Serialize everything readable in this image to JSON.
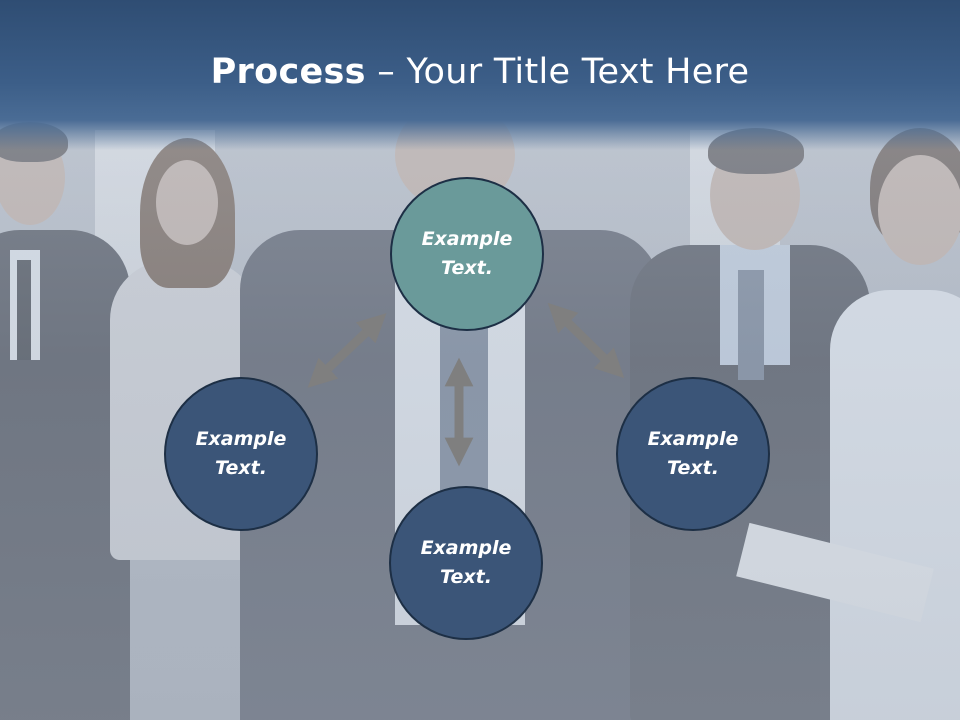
{
  "slide": {
    "title_bold": "Process",
    "title_rest": " – Your Title Text Here"
  },
  "colors": {
    "title_band": "#3a5a84",
    "center_node": "#6a9a9a",
    "outer_node": "#3b5578",
    "node_border": "#1d2f45",
    "arrow": "#7f7f7f"
  },
  "diagram": {
    "nodes": [
      {
        "id": "top",
        "line1": "Example",
        "line2": "Text."
      },
      {
        "id": "left",
        "line1": "Example",
        "line2": "Text."
      },
      {
        "id": "right",
        "line1": "Example",
        "line2": "Text."
      },
      {
        "id": "bottom",
        "line1": "Example",
        "line2": "Text."
      }
    ],
    "arrows": [
      {
        "id": "arrow-top-left",
        "icon": "double-arrow-icon"
      },
      {
        "id": "arrow-top-right",
        "icon": "double-arrow-icon"
      },
      {
        "id": "arrow-top-bottom",
        "icon": "double-arrow-icon"
      }
    ]
  }
}
